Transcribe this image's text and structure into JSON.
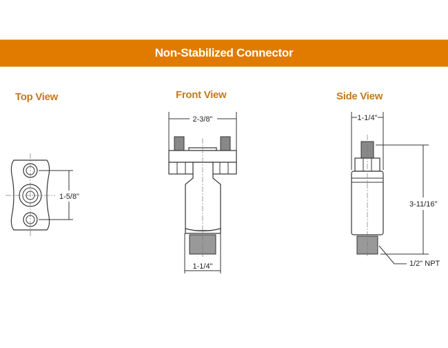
{
  "header": {
    "title": "Non-Stabilized Connector"
  },
  "views": {
    "top": {
      "title": "Top View",
      "dimension": "1-5/8\""
    },
    "front": {
      "title": "Front View",
      "width_dimension": "2-3/8\"",
      "base_dimension": "1-1/4\""
    },
    "side": {
      "title": "Side View",
      "width_dimension": "1-1/4\"",
      "height_dimension": "3-11/16\"",
      "thread_callout": "1/2\" NPT"
    }
  },
  "colors": {
    "banner": "#e07b00",
    "view_title": "#c57a1c"
  }
}
